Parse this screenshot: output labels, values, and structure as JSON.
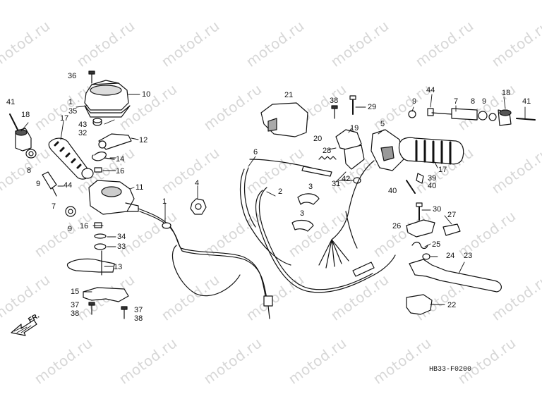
{
  "watermark": "motod.ru",
  "diagram_code": "HB33-F0200",
  "front_marker": "FR.",
  "callouts": {
    "c1a": "1",
    "c1b": "1",
    "c2": "2",
    "c3a": "3",
    "c3b": "3",
    "c4": "4",
    "c5": "5",
    "c6": "6",
    "c7a": "7",
    "c7b": "7",
    "c8a": "8",
    "c8b": "8",
    "c9a": "9",
    "c9b": "9",
    "c9c": "9",
    "c9d": "9",
    "c10": "10",
    "c11": "11",
    "c12": "12",
    "c13": "13",
    "c14": "14",
    "c15": "15",
    "c16a": "16",
    "c16b": "16",
    "c17a": "17",
    "c17b": "17",
    "c18a": "18",
    "c18b": "18",
    "c19": "19",
    "c20": "20",
    "c21": "21",
    "c22": "22",
    "c23": "23",
    "c24": "24",
    "c25": "25",
    "c26": "26",
    "c27": "27",
    "c28": "28",
    "c29": "29",
    "c30": "30",
    "c31": "31",
    "c32": "32",
    "c33": "33",
    "c34": "34",
    "c35": "35",
    "c36": "36",
    "c37a": "37",
    "c37b": "37",
    "c38a": "38",
    "c38b": "38",
    "c38c": "38",
    "c39": "39",
    "c40a": "40",
    "c40b": "40",
    "c41a": "41",
    "c41b": "41",
    "c42": "42",
    "c43": "43",
    "c44a": "44",
    "c44b": "44"
  }
}
